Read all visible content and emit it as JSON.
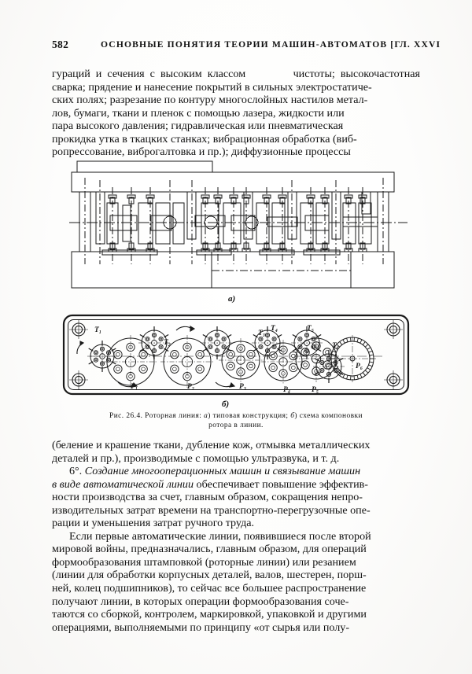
{
  "page": {
    "folio": "582",
    "running_title": "ОСНОВНЫЕ ПОНЯТИЯ ТЕОРИИ МАШИН-АВТОМАТОВ   [ГЛ. XXVI",
    "paper_color": "#fbfbfa",
    "ink_color": "#111111"
  },
  "body_top": {
    "lines": [
      [
        "гураций  и  сечения  с  высоким  классом",
        "чистоты;  высокочастотная"
      ],
      [
        "сварка;  прядение  и  нанесение  покрытий  в  сильных  электростатиче-"
      ],
      [
        "ских  полях;  разрезание  по  контуру  многослойных  настилов  метал-"
      ],
      [
        "лов,  бумаги,  ткани  и  пленок  с  помощью  лазера,  жидкости  или"
      ],
      [
        "пара   высокого   давления;   гидравлическая   или   пневматическая"
      ],
      [
        "прокидка  утка  в  ткацких  станках;  вибрационная  обработка  (виб-"
      ],
      [
        "ропрессование,   виброгалтовка   и   пр.);   диффузионные   процессы"
      ]
    ]
  },
  "figure": {
    "sublabel_a": "а)",
    "sublabel_b": "б)",
    "caption_line1_prefix": "Рис. 26.4. Роторная  линия:  ",
    "caption_a_mark": "а",
    "caption_a_text": ")  типовая   конструкция;  ",
    "caption_b_mark": "б",
    "caption_b_text": ")  схема   компоновки",
    "caption_line2": "ротора  в  линии.",
    "rotor_labels_top": [
      "T1",
      "T2",
      "T3",
      "T4",
      "T5",
      "T6"
    ],
    "rotor_labels_bottom": [
      "P1",
      "P2",
      "P3",
      "P4",
      "P5",
      "P6"
    ],
    "rotor_labels_top_display": [
      "T₁",
      "T₂",
      "T₃",
      "T₄",
      "T₅",
      "T₆"
    ],
    "rotor_labels_bottom_display": [
      "P₁",
      "P₂",
      "P₃",
      "P₄",
      "P₅",
      "P₆"
    ]
  },
  "body_bottom": {
    "lines": [
      [
        "(беление  и  крашение  ткани,  дубление  кож,  отмывка  металлических"
      ],
      [
        "деталей  и  пр.),  производимые  с  помощью  ультразвука,  и  т. д."
      ],
      [
        "6°. Создание  многооперационных  машин  и  связывание  машин"
      ],
      [
        "в виде автоматической линии обеспечивает  повышение  эффектив-"
      ],
      [
        "ности  производства  за  счет,  главным  образом,  сокращения  непро-"
      ],
      [
        "изводительных  затрат  времени  на  транспортно-перегрузочные  опе-"
      ],
      [
        "рации  и  уменьшения  затрат  ручного  труда."
      ],
      [
        "Если  первые  автоматические  линии,  появившиеся  после  второй"
      ],
      [
        "мировой  войны,  предназначались,  главным  образом,  для  операций"
      ],
      [
        "формообразования  штамповкой  (роторные  линии)  или  резанием"
      ],
      [
        "(линии для обработки корпусных деталей, валов, шестерен, порш-"
      ],
      [
        "ней,  колец  подшипников),  то  сейчас  все  большее  распространение"
      ],
      [
        "получают  линии,  в  которых  операции  формообразования  соче-"
      ],
      [
        "таются со сборкой, контролем, маркировкой, упаковкой и другими"
      ],
      [
        "операциями,  выполняемыми  по  принципу  «от  сырья  или  полу-"
      ]
    ],
    "italic_phrases": [
      "Создание  многооперационных  машин  и  связывание  машин",
      "в виде автоматической линии"
    ],
    "section_mark": "6°."
  }
}
